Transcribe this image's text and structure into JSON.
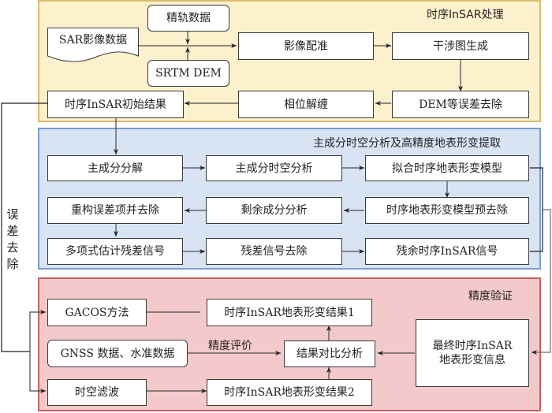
{
  "panels": {
    "insar_processing": {
      "title": "时序InSAR处理",
      "bg": "#fdf0cc",
      "border": "#d9bc6c"
    },
    "pca_extraction": {
      "title": "主成分时空分析及高精度地表形变提取",
      "bg": "#d8e4f4",
      "border": "#7b9cd0"
    },
    "accuracy_validation": {
      "title": "精度验证",
      "bg": "#f4c9cb",
      "border": "#c9605f"
    }
  },
  "nodes": {
    "sar_data": "SAR影像数据",
    "precise_orbit": "精轨数据",
    "srtm_dem": "SRTM DEM",
    "registration": "影像配准",
    "interferogram": "干涉图生成",
    "dem_error_removal": "DEM等误差去除",
    "phase_unwrap": "相位解缠",
    "initial_result": "时序InSAR初始结果",
    "pca_decomp": "主成分分解",
    "pca_spatiotemporal": "主成分时空分析",
    "fit_model": "拟合时序地表形变模型",
    "reconstruct_error": "重构误差项并去除",
    "residual_analysis": "剩余成分分析",
    "model_preremoval": "时序地表形变模型预去除",
    "poly_residual": "多项式估计残差信号",
    "residual_removal": "残差信号去除",
    "residual_insar": "残余时序InSAR信号",
    "gacos": "GACOS方法",
    "result1": "时序InSAR地表形变结果1",
    "gnss_level": "GNSS 数据、水准数据",
    "compare": "结果对比分析",
    "st_filter": "时空滤波",
    "result2": "时序InSAR地表形变结果2",
    "final_info": "最终时序InSAR地表形变信息"
  },
  "labels": {
    "error_removal": [
      "误",
      "差",
      "去",
      "除"
    ],
    "accuracy_eval": "精度评价"
  }
}
